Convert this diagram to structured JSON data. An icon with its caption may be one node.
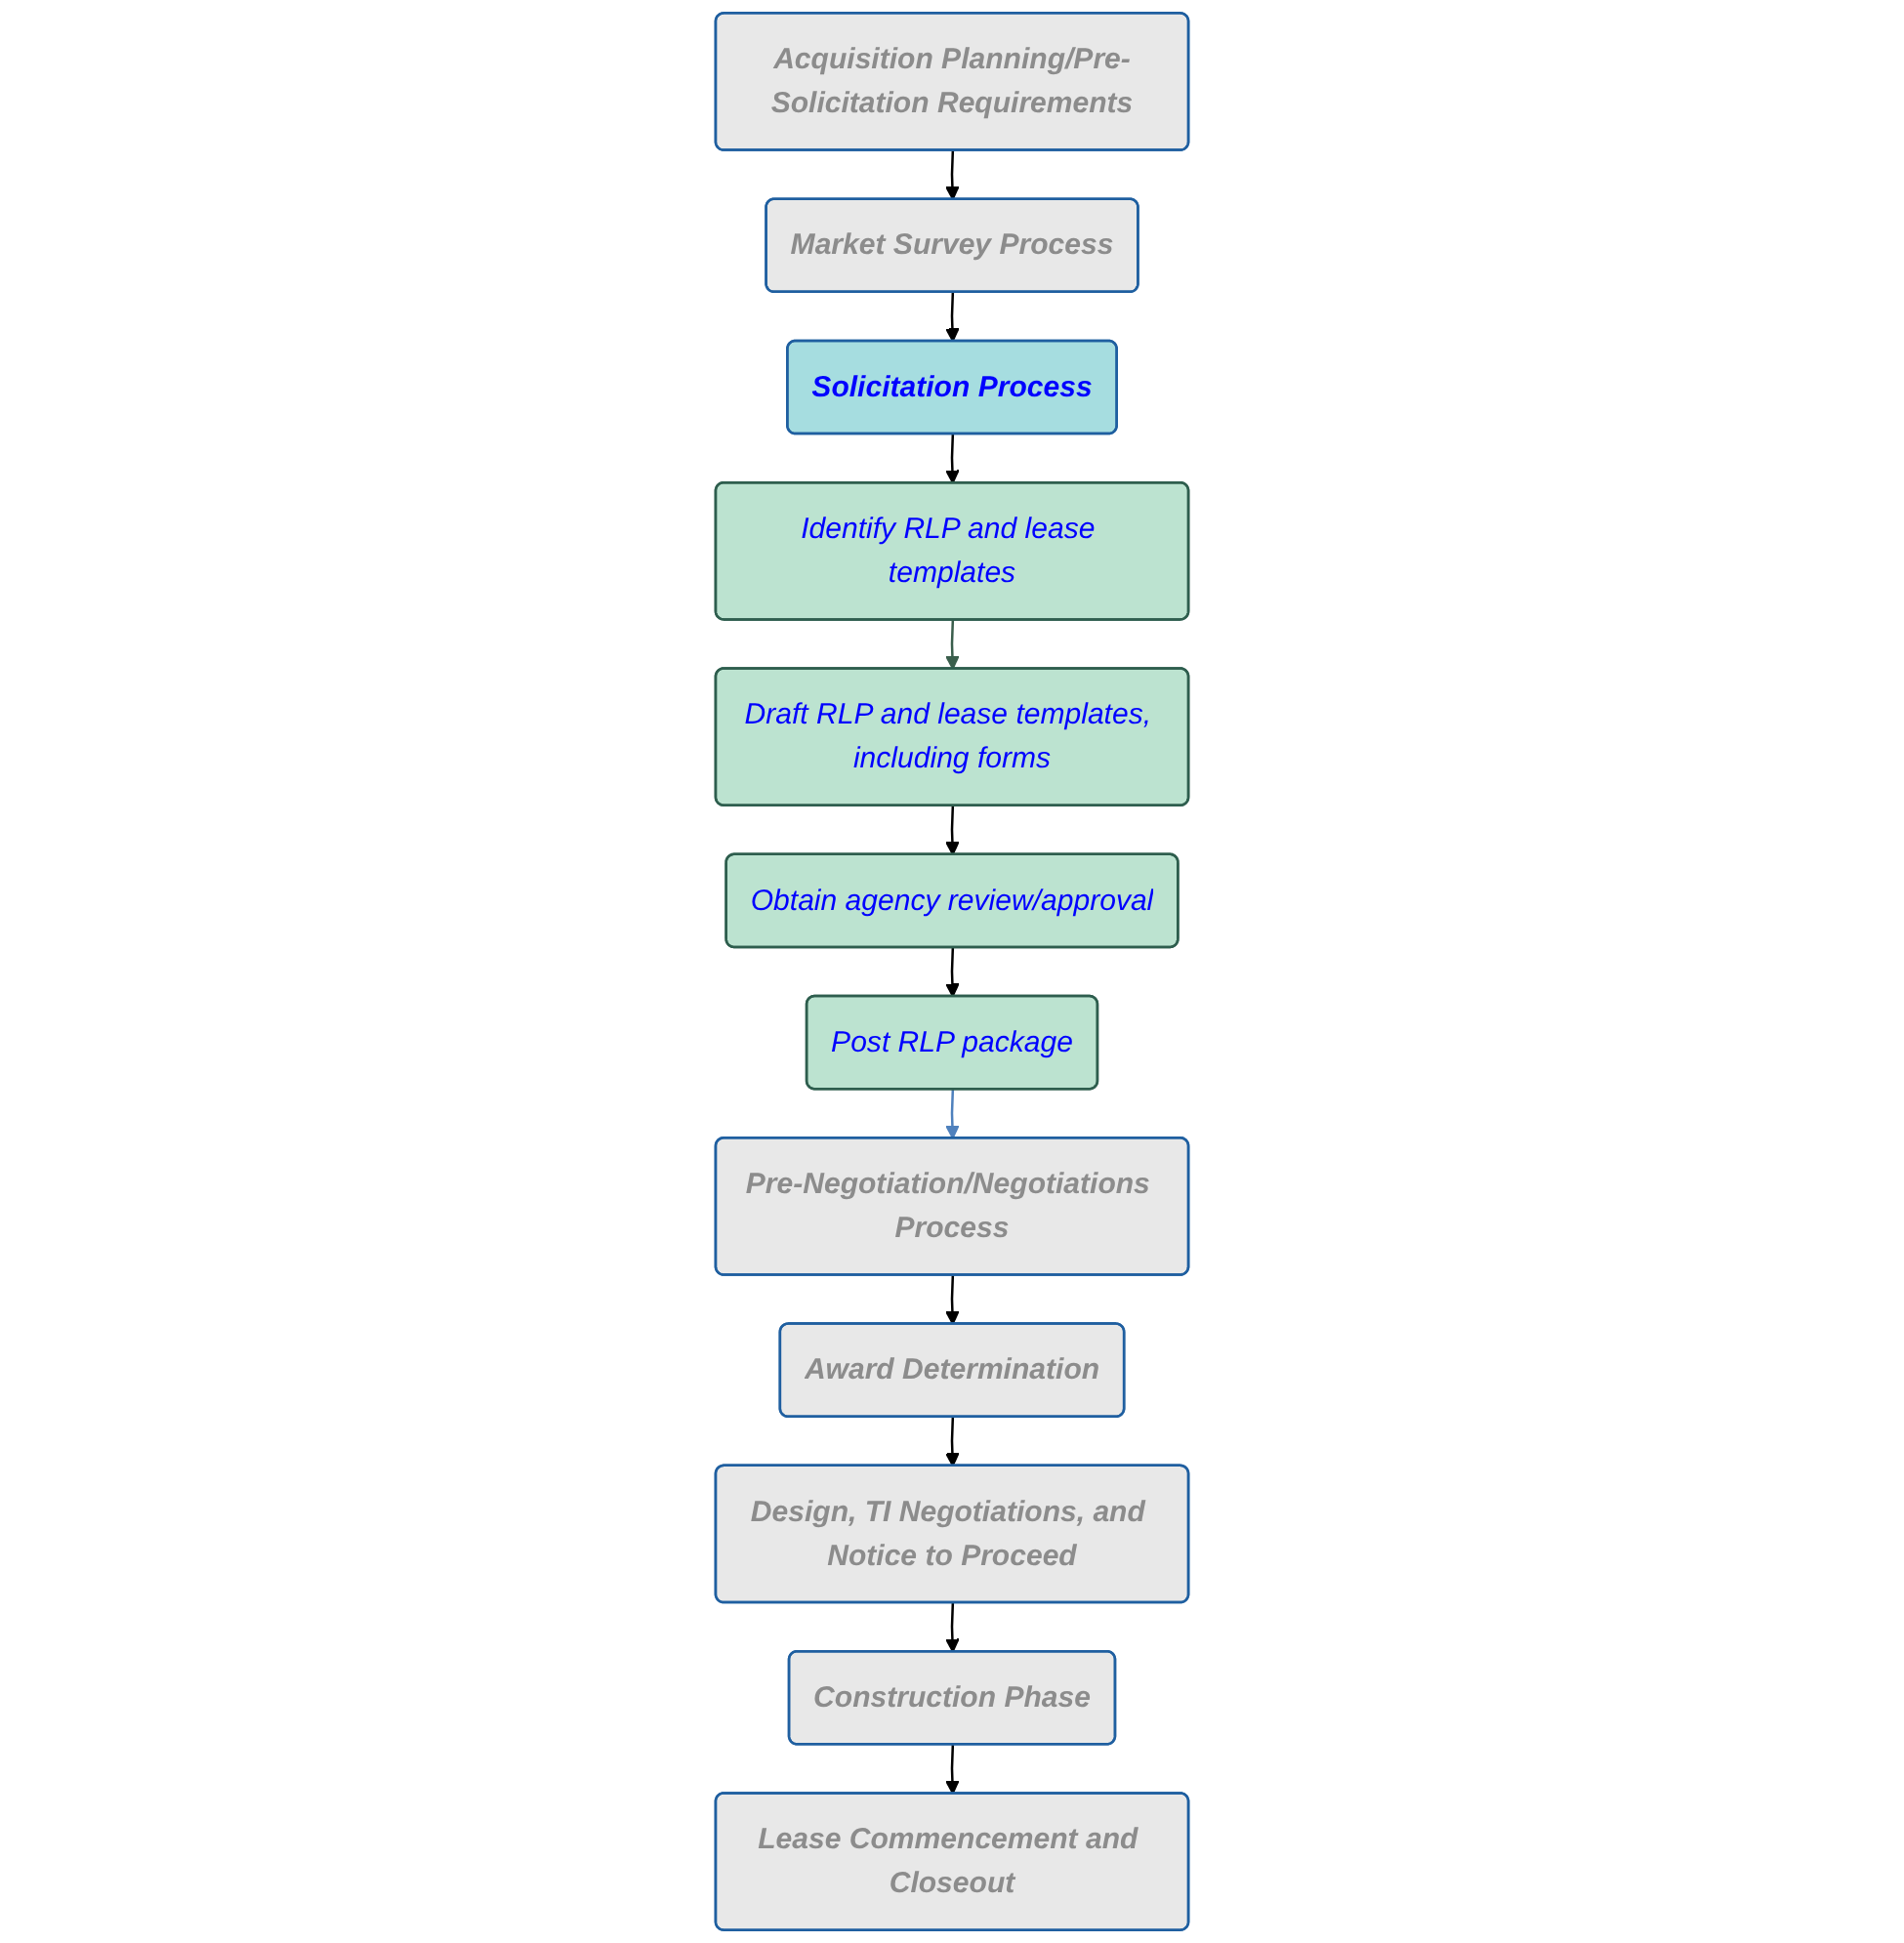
{
  "diagram": {
    "nodes": [
      {
        "text": [
          "Acquisition Planning/Pre-Solicitation Requirements"
        ]
      },
      {
        "text": [
          "Market Survey Process"
        ]
      },
      {
        "text": [
          "Solicitation Process"
        ]
      },
      {
        "text": [
          "Pre-Negotiation/Negotiations Process"
        ]
      },
      {
        "text": [
          "Award Determination"
        ]
      },
      {
        "text": [
          "Design, TI Negotiations, and Notice to Proceed"
        ]
      },
      {
        "text": [
          "Construction Phase"
        ]
      },
      {
        "text": [
          "Lease Commencement and Closeout"
        ]
      },
      {
        "text": [
          "Identify RLP and lease templates"
        ]
      },
      {
        "text": [
          "Draft RLP and lease templates, including forms"
        ]
      },
      {
        "text": [
          "Obtain agency review/approval"
        ]
      },
      {
        "text": [
          "Post RLP package"
        ]
      }
    ],
    "edges": [
      {
        "from": 0,
        "to": 1,
        "arrow": "to"
      },
      {
        "from": 1,
        "to": 2,
        "arrow": "to"
      },
      {
        "from": 2,
        "to": 8,
        "arrow": "to"
      },
      {
        "from": 8,
        "to": 9,
        "arrow": "to",
        "color": "#3a5e4c"
      },
      {
        "from": 9,
        "to": 10,
        "arrow": "to"
      },
      {
        "from": 10,
        "to": 11,
        "arrow": "to"
      },
      {
        "from": 11,
        "to": 3,
        "arrow": "to",
        "color": "#4f81bd"
      },
      {
        "from": 3,
        "to": 4,
        "arrow": "to"
      },
      {
        "from": 4,
        "to": 5,
        "arrow": "to"
      },
      {
        "from": 5,
        "to": 6,
        "arrow": "to"
      },
      {
        "from": 6,
        "to": 7,
        "arrow": "to"
      }
    ]
  }
}
